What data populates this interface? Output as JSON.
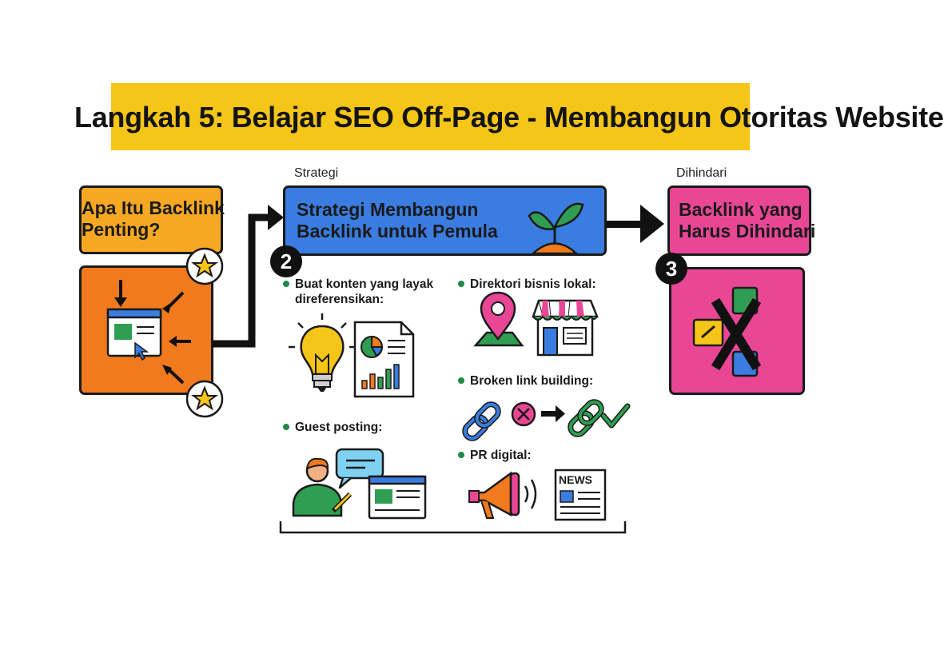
{
  "banner": {
    "title": "Langkah 5: Belajar SEO Off-Page - Membangun Otoritas Website"
  },
  "left_panel": {
    "title_line1": "Apa Itu Backlink",
    "title_line2": "Penting?"
  },
  "strategy": {
    "caption": "Strategi",
    "title_line1": "Strategi Membangun",
    "title_line2": "Backlink untuk Pemula",
    "number": "2",
    "items": [
      {
        "label": "Buat konten yang layak direferensikan:",
        "icons": [
          "lightbulb-icon",
          "report-document-icon"
        ]
      },
      {
        "label": "Guest posting:",
        "icons": [
          "writer-person-icon",
          "chat-bubble-icon",
          "web-page-icon"
        ]
      },
      {
        "label": "Direktori bisnis lokal:",
        "icons": [
          "map-pin-icon",
          "storefront-icon"
        ]
      },
      {
        "label": "Broken link building:",
        "icons": [
          "broken-link-icon",
          "x-circle-icon",
          "arrow-right-icon",
          "link-icon",
          "checkmark-icon"
        ]
      },
      {
        "label": "PR digital:",
        "icons": [
          "megaphone-icon",
          "newspaper-icon"
        ],
        "news_label": "NEWS"
      }
    ]
  },
  "avoid": {
    "caption": "Dihindari",
    "title_line1": "Backlink yang",
    "title_line2": "Harus Dihindari",
    "number": "3"
  },
  "colors": {
    "banner": "#f5c518",
    "left_title_box": "#f7a823",
    "left_body_box": "#f07a1d",
    "strategy_box": "#3b7ce0",
    "avoid_box": "#e94795",
    "bullet": "#1e8a46",
    "arrow": "#111111"
  }
}
